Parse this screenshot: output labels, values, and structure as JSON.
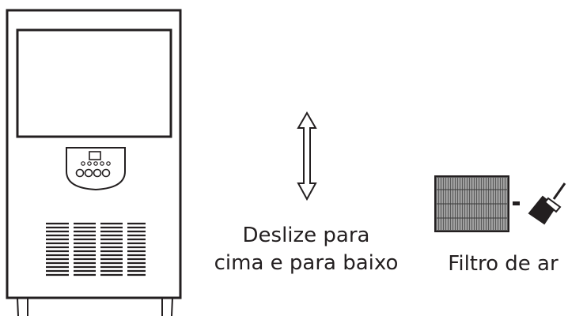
{
  "labels": {
    "slide_line1": "Deslize para",
    "slide_line2": "cima e para baixo",
    "air_filter": "Filtro de ar"
  },
  "icons": {
    "slide_arrow": "double-vertical-arrow-icon",
    "filter": "air-filter-icon",
    "brush": "brush-icon"
  },
  "colors": {
    "ink": "#231f20",
    "background": "#ffffff"
  }
}
